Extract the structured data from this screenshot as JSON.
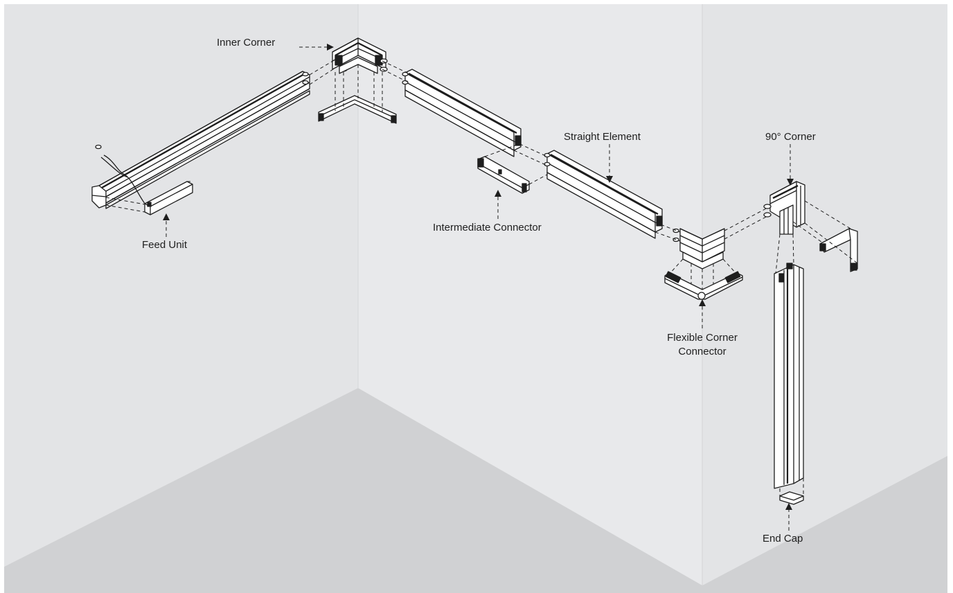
{
  "diagram": {
    "labels": {
      "inner_corner": "Inner Corner",
      "straight_element": "Straight Element",
      "corner_90": "90° Corner",
      "feed_unit": "Feed Unit",
      "intermediate_connector": "Intermediate Connector",
      "flexible_corner_line1": "Flexible Corner",
      "flexible_corner_line2": "Connector",
      "end_cap": "End Cap"
    },
    "colors": {
      "wall_left": "#e3e4e6",
      "wall_middle": "#e8e9eb",
      "wall_right": "#e3e4e6",
      "floor": "#d0d1d3",
      "line": "#1e1e1e",
      "part_fill": "#ffffff"
    }
  }
}
